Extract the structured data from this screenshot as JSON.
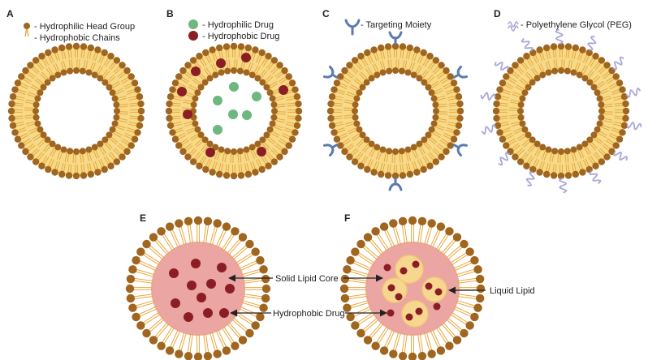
{
  "colors": {
    "head": "#A0651E",
    "tail": "#E9A83C",
    "membrane_fill": "#F6DA8A",
    "hydrophilic_drug": "#6DB87E",
    "hydrophobic_drug": "#8B1E24",
    "targeting_moiety": "#5B7BB0",
    "peg": "#A9A7D6",
    "solid_core": "#EBA5A3",
    "liquid_lipid": "#F7D790",
    "arrow": "#222222"
  },
  "panels": {
    "A": {
      "letter": "A",
      "legend_head": "- Hydrophilic Head Group",
      "legend_tail": "- Hydrophobic Chains"
    },
    "B": {
      "letter": "B",
      "legend_hydrophilic": "- Hydrophilic Drug",
      "legend_hydrophobic": "- Hydrophobic Drug"
    },
    "C": {
      "letter": "C",
      "legend": "- Targeting Moiety"
    },
    "D": {
      "letter": "D",
      "legend": "- Polyethylene Glycol (PEG)"
    },
    "E": {
      "letter": "E",
      "label_core": "Solid Lipid Core",
      "label_drug": "Hydrophobic Drug"
    },
    "F": {
      "letter": "F",
      "label_liquid": "Liquid Lipid"
    }
  },
  "icons": [
    "phospholipid-icon",
    "hydrophilic-drug-icon",
    "hydrophobic-drug-icon",
    "targeting-moiety-icon",
    "peg-icon"
  ]
}
